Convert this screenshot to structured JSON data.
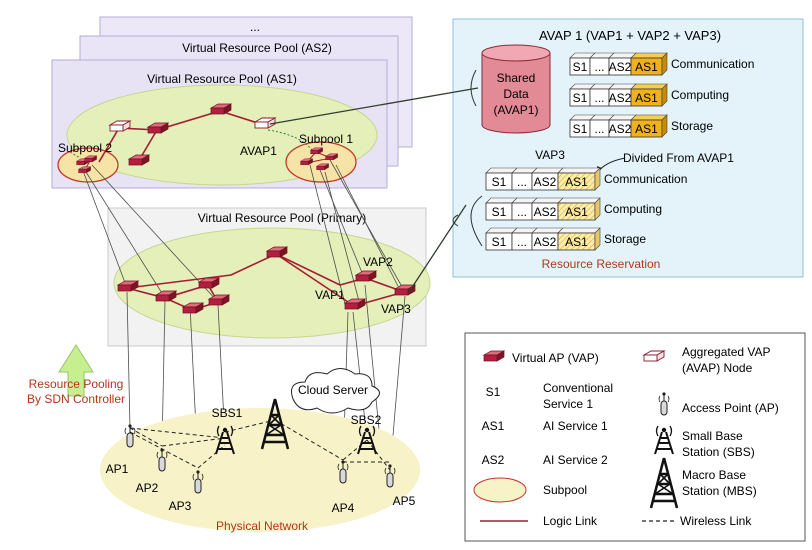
{
  "pools": {
    "ellipsis": "...",
    "as2": "Virtual Resource Pool (AS2)",
    "as1": "Virtual Resource Pool (AS1)",
    "primary": "Virtual Resource Pool (Primary)"
  },
  "subpools": {
    "sub2": "Subpool 2",
    "sub1": "Subpool 1"
  },
  "nodes": {
    "avap1": "AVAP1",
    "vap1": "VAP1",
    "vap2": "VAP2",
    "vap3": "VAP3"
  },
  "avap_panel": {
    "title": "AVAP 1 (VAP1 + VAP2 + VAP3)",
    "db_lines": [
      "Shared",
      "Data",
      "(AVAP1)"
    ],
    "rows": [
      {
        "cells": [
          "S1",
          "...",
          "AS2",
          "AS1"
        ],
        "label": "Communication"
      },
      {
        "cells": [
          "S1",
          "...",
          "AS2",
          "AS1"
        ],
        "label": "Computing"
      },
      {
        "cells": [
          "S1",
          "...",
          "AS2",
          "AS1"
        ],
        "label": "Storage"
      }
    ],
    "vap3_title": "VAP3",
    "divided_note": "Divided From AVAP1",
    "vap3_rows": [
      {
        "cells": [
          "S1",
          "...",
          "AS2",
          "AS1"
        ],
        "label": "Communication"
      },
      {
        "cells": [
          "S1",
          "...",
          "AS2",
          "AS1"
        ],
        "label": "Computing"
      },
      {
        "cells": [
          "S1",
          "...",
          "AS2",
          "AS1"
        ],
        "label": "Storage"
      }
    ],
    "footer": "Resource Reservation"
  },
  "pooling": {
    "line1": "Resource Pooling",
    "line2": "By SDN Controller"
  },
  "physical": {
    "cloud": "Cloud Server",
    "sbs1": "SBS1",
    "sbs2": "SBS2",
    "aps": [
      "AP1",
      "AP2",
      "AP3",
      "AP4",
      "AP5"
    ],
    "title": "Physical Network"
  },
  "legend": {
    "vap": "Virtual AP (VAP)",
    "avap": [
      "Aggregated VAP",
      "(AVAP) Node"
    ],
    "s1_key": "S1",
    "s1_val": [
      "Conventional",
      "Service 1"
    ],
    "ap": "Access Point (AP)",
    "as1_key": "AS1",
    "as1_val": "AI Service 1",
    "sbs": [
      "Small Base",
      "Station (SBS)"
    ],
    "as2_key": "AS2",
    "as2_val": "AI Service 2",
    "mbs": [
      "Macro Base",
      "Station (MBS)"
    ],
    "subpool": "Subpool",
    "logic": "Logic Link",
    "wireless": "Wireless Link"
  },
  "colors": {
    "router": "#b3203f",
    "logic": "#a41d33",
    "ellipse_fill": "#e4efb9",
    "ellipse_stroke": "#c7d68f",
    "pool_fill": "#e9e5f6",
    "panel_fill": "#e3f3f9",
    "as1_gold": "#f0b21b",
    "red_text": "#b0381a"
  }
}
